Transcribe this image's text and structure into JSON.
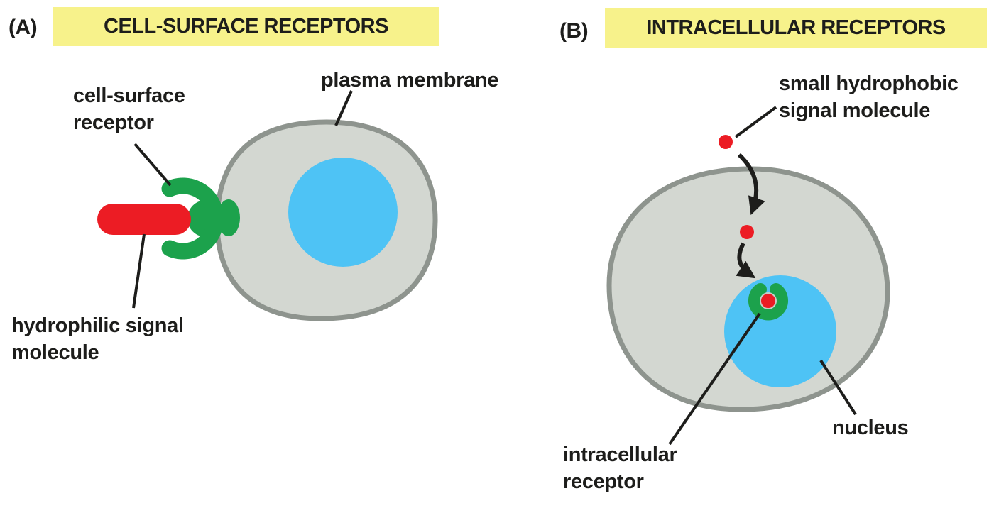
{
  "panels": {
    "a": {
      "marker": "(A)",
      "title": "CELL-SURFACE RECEPTORS",
      "labels": {
        "receptor_line1": "cell-surface",
        "receptor_line2": "receptor",
        "membrane": "plasma membrane",
        "signal_line1": "hydrophilic signal",
        "signal_line2": "molecule"
      }
    },
    "b": {
      "marker": "(B)",
      "title": "INTRACELLULAR RECEPTORS",
      "labels": {
        "signal_line1": "small hydrophobic",
        "signal_line2": "signal molecule",
        "receptor_line1": "intracellular",
        "receptor_line2": "receptor",
        "nucleus": "nucleus"
      }
    }
  },
  "colors": {
    "title_highlight_yellow": "#F7F28B",
    "signal_molecule_red": "#EC1C24",
    "receptor_green": "#1CA24C",
    "nucleus_blue": "#4EC3F5",
    "cytoplasm_gray": "#D3D7D1",
    "membrane_gray": "#8E948E",
    "text_black": "#1D1D1B",
    "background_white": "#FFFFFF"
  }
}
